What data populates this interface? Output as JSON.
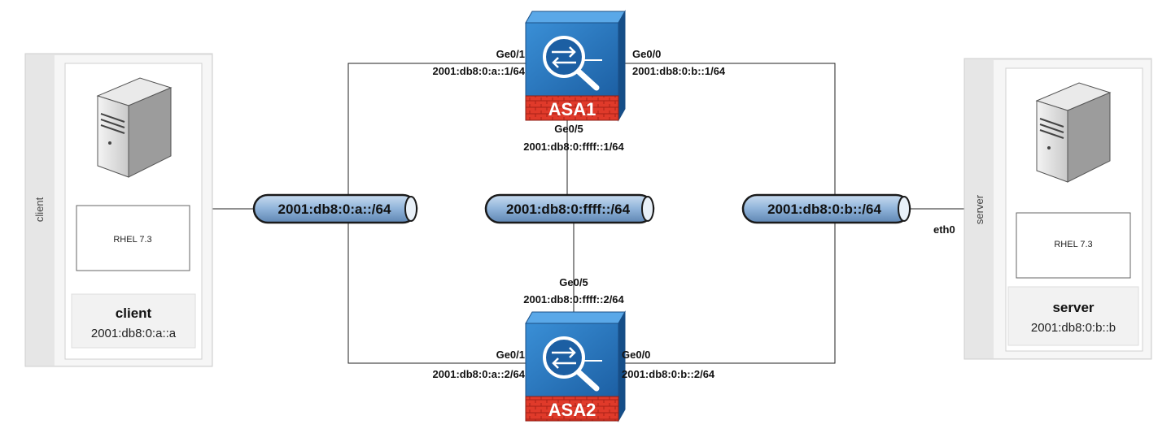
{
  "client": {
    "group_label": "client",
    "os": "RHEL 7.3",
    "name": "client",
    "address": "2001:db8:0:a::a"
  },
  "server": {
    "group_label": "server",
    "os": "RHEL 7.3",
    "name": "server",
    "address": "2001:db8:0:b::b",
    "interface": "eth0"
  },
  "asa1": {
    "name": "ASA1",
    "ge01_name": "Ge0/1",
    "ge01_addr": "2001:db8:0:a::1/64",
    "ge00_name": "Ge0/0",
    "ge00_addr": "2001:db8:0:b::1/64",
    "ge05_name": "Ge0/5",
    "ge05_addr": "2001:db8:0:ffff::1/64"
  },
  "asa2": {
    "name": "ASA2",
    "ge01_name": "Ge0/1",
    "ge01_addr": "2001:db8:0:a::2/64",
    "ge00_name": "Ge0/0",
    "ge00_addr": "2001:db8:0:b::2/64",
    "ge05_name": "Ge0/5",
    "ge05_addr": "2001:db8:0:ffff::2/64"
  },
  "networks": {
    "a": "2001:db8:0:a::/64",
    "ffff": "2001:db8:0:ffff::/64",
    "b": "2001:db8:0:b::/64"
  },
  "colors": {
    "asa_blue": "#1f6fb5",
    "asa_red": "#e03a2a",
    "pipe_blue": "#8fb3d9",
    "panel_gray": "#eeeeee"
  }
}
